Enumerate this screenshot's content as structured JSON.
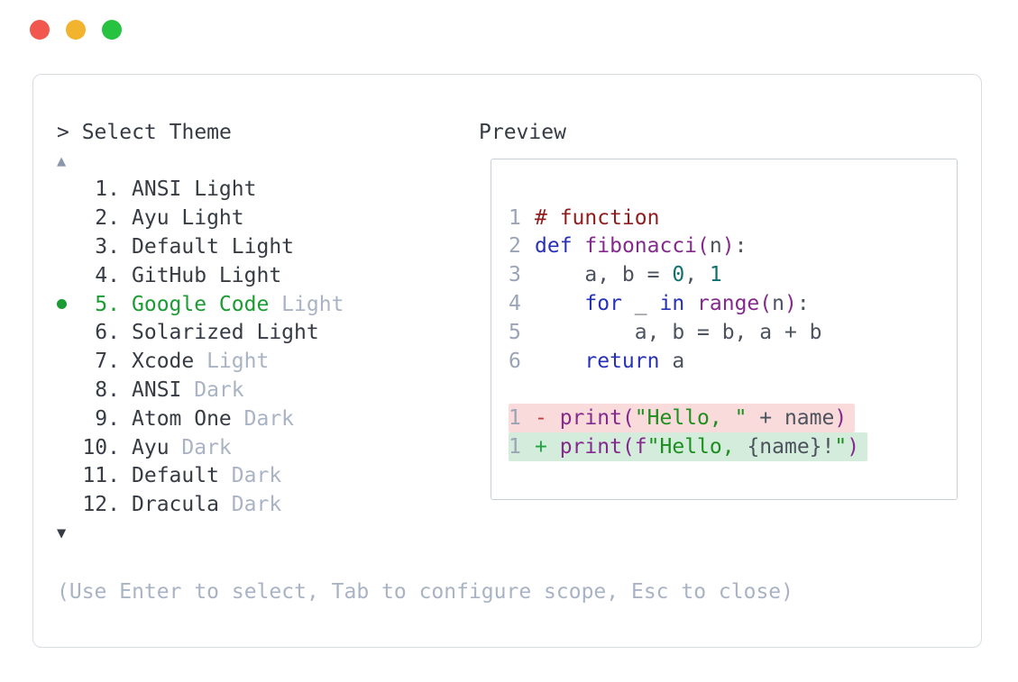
{
  "window": {
    "traffic_lights": [
      {
        "name": "close",
        "color": "#f2574f"
      },
      {
        "name": "minimize",
        "color": "#f2b32e"
      },
      {
        "name": "zoom",
        "color": "#27c240"
      }
    ]
  },
  "colors": {
    "panel_border": "#d8dce4",
    "preview_border": "#c9cfd9",
    "primary_text": "#363b44",
    "muted_text": "#a9b3c4",
    "selected_green": "#1b9c32",
    "scroll_up_arrow": "#8b98ac",
    "scroll_down_arrow": "#363b44",
    "syntax": {
      "comment": "#8f1d1d",
      "keyword": "#2731b8",
      "type": "#842a8c",
      "literal": "#0e7070",
      "string": "#1d8f1f",
      "plain": "#4d535e",
      "line_number": "#9aa4b6",
      "diff_minus": "#c24040",
      "diff_plus": "#23a044",
      "removed_bg": "#fadbdb",
      "added_bg": "#d4ecdc"
    }
  },
  "theme_picker": {
    "prompt": "> Select Theme",
    "scroll_up_icon": "▲",
    "scroll_down_icon": "▼",
    "items": [
      {
        "number": "1.",
        "name": "ANSI Light",
        "variant": "",
        "selected": false
      },
      {
        "number": "2.",
        "name": "Ayu Light",
        "variant": "",
        "selected": false
      },
      {
        "number": "3.",
        "name": "Default Light",
        "variant": "",
        "selected": false
      },
      {
        "number": "4.",
        "name": "GitHub Light",
        "variant": "",
        "selected": false
      },
      {
        "number": "5.",
        "name": "Google Code",
        "variant": "Light",
        "selected": true
      },
      {
        "number": "6.",
        "name": "Solarized Light",
        "variant": "",
        "selected": false
      },
      {
        "number": "7.",
        "name": "Xcode",
        "variant": "Light",
        "selected": false
      },
      {
        "number": "8.",
        "name": "ANSI",
        "variant": "Dark",
        "selected": false
      },
      {
        "number": "9.",
        "name": "Atom One",
        "variant": "Dark",
        "selected": false
      },
      {
        "number": "10.",
        "name": "Ayu",
        "variant": "Dark",
        "selected": false
      },
      {
        "number": "11.",
        "name": "Default",
        "variant": "Dark",
        "selected": false
      },
      {
        "number": "12.",
        "name": "Dracula",
        "variant": "Dark",
        "selected": false
      }
    ],
    "help_text": "(Use Enter to select, Tab to configure scope, Esc to close)"
  },
  "preview": {
    "title": "Preview",
    "code_lines": [
      {
        "num": "1",
        "tokens": [
          [
            "# function",
            "com"
          ]
        ]
      },
      {
        "num": "2",
        "tokens": [
          [
            "def",
            "kwd"
          ],
          [
            " ",
            "pln"
          ],
          [
            "fibonacci",
            "typ"
          ],
          [
            "(",
            "typ"
          ],
          [
            "n",
            "pln"
          ],
          [
            ")",
            "typ"
          ],
          [
            ":",
            "pln"
          ]
        ]
      },
      {
        "num": "3",
        "tokens": [
          [
            "    a, b = ",
            "pln"
          ],
          [
            "0",
            "lit"
          ],
          [
            ", ",
            "pln"
          ],
          [
            "1",
            "lit"
          ]
        ]
      },
      {
        "num": "4",
        "tokens": [
          [
            "    ",
            "pln"
          ],
          [
            "for",
            "kwd"
          ],
          [
            " _ ",
            "pln"
          ],
          [
            "in",
            "kwd"
          ],
          [
            " ",
            "pln"
          ],
          [
            "range",
            "typ"
          ],
          [
            "(",
            "typ"
          ],
          [
            "n",
            "pln"
          ],
          [
            ")",
            "typ"
          ],
          [
            ":",
            "pln"
          ]
        ]
      },
      {
        "num": "5",
        "tokens": [
          [
            "        a, b = b, a + b",
            "pln"
          ]
        ]
      },
      {
        "num": "6",
        "tokens": [
          [
            "    ",
            "pln"
          ],
          [
            "return",
            "kwd"
          ],
          [
            " a",
            "pln"
          ]
        ]
      }
    ],
    "diff_lines": [
      {
        "num": "1",
        "kind": "removed",
        "tokens": [
          [
            "- ",
            "minus"
          ],
          [
            "print(",
            "typ"
          ],
          [
            "\"Hello, \"",
            "str"
          ],
          [
            " + name",
            "pln"
          ],
          [
            ")",
            "typ"
          ]
        ]
      },
      {
        "num": "1",
        "kind": "added",
        "tokens": [
          [
            "+ ",
            "plus"
          ],
          [
            "print(",
            "typ"
          ],
          [
            "f",
            "typ"
          ],
          [
            "\"Hello, ",
            "str"
          ],
          [
            "{name}!",
            "pln"
          ],
          [
            "\"",
            "str"
          ],
          [
            ")",
            "typ"
          ]
        ]
      }
    ]
  }
}
